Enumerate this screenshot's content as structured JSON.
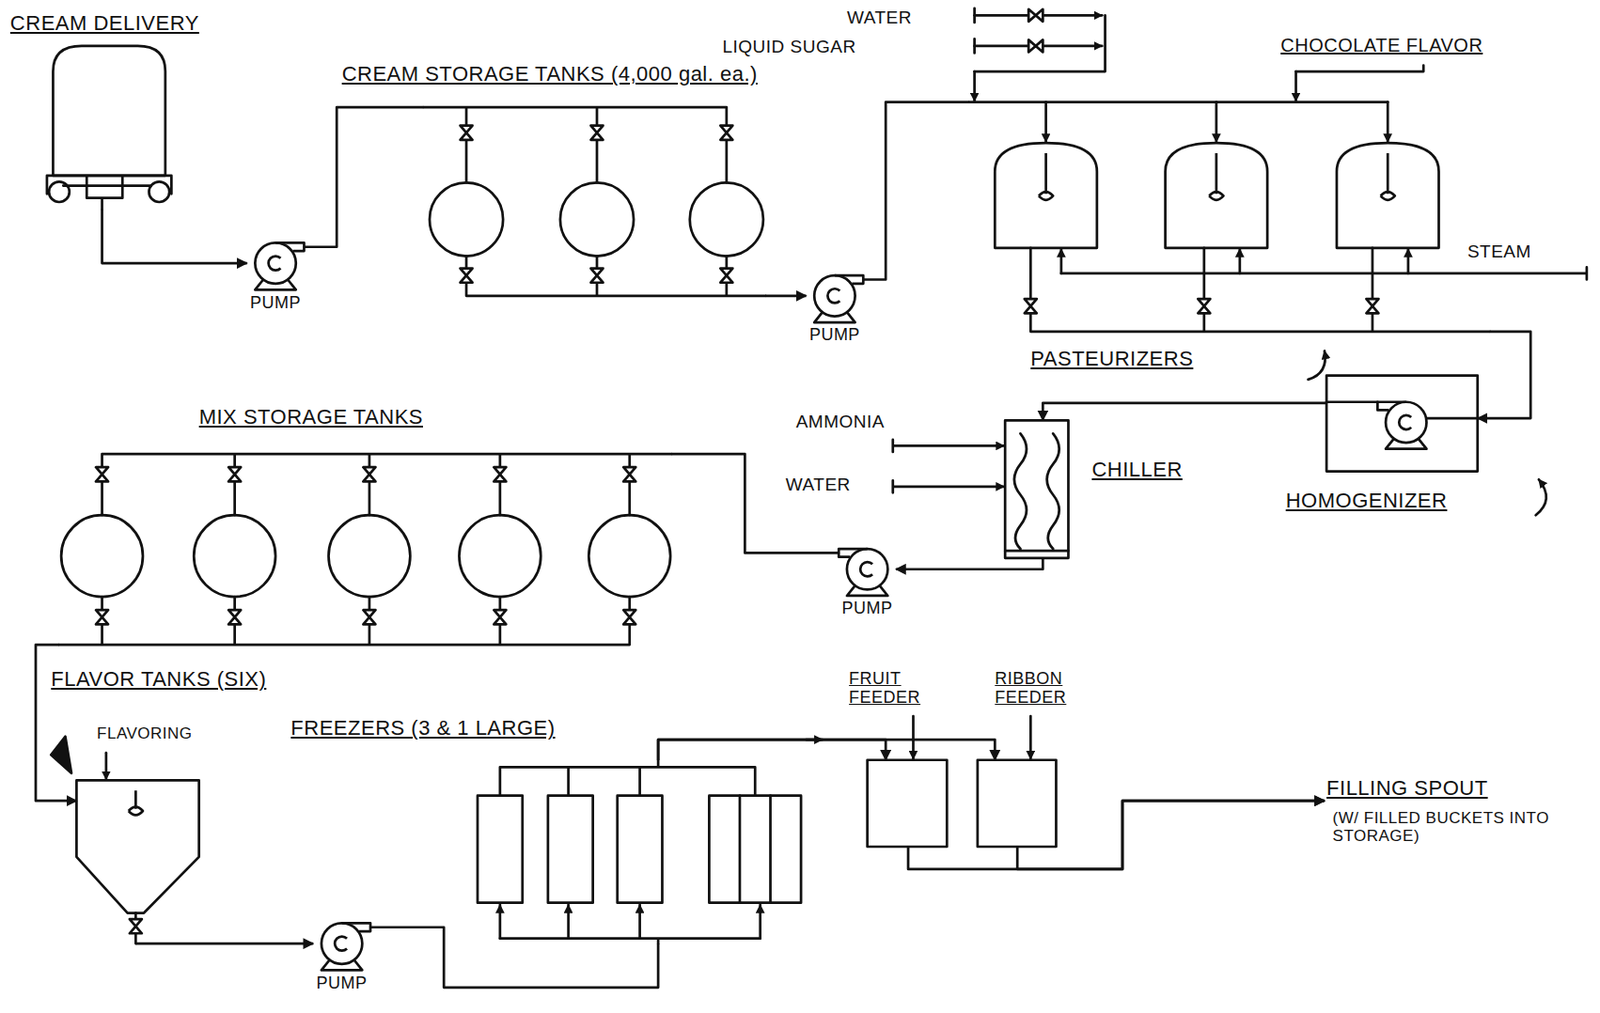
{
  "diagram": {
    "nodes": [
      {
        "text": [
          "CREAM DELIVERY"
        ]
      },
      {
        "text": [
          "PUMP"
        ]
      },
      {
        "text": [
          "CREAM STORAGE TANKS (4,000 gal. ea.)"
        ]
      },
      {
        "text": [
          "PUMP"
        ]
      },
      {
        "text": [
          "PASTEURIZERS"
        ]
      },
      {
        "text": [
          "HOMOGENIZER"
        ]
      },
      {
        "text": [
          "CHILLER"
        ]
      },
      {
        "text": [
          "PUMP"
        ]
      },
      {
        "text": [
          "MIX STORAGE TANKS"
        ]
      },
      {
        "text": [
          "FLAVOR TANKS (SIX)"
        ]
      },
      {
        "text": [
          "PUMP"
        ]
      },
      {
        "text": [
          "FREEZERS (3 & 1 LARGE)"
        ]
      },
      {
        "text": [
          "FRUIT FEEDER"
        ]
      },
      {
        "text": [
          "RIBBON FEEDER"
        ]
      },
      {
        "text": [
          "FILLING SPOUT",
          "(W/ FILLED BUCKETS INTO STORAGE)"
        ]
      }
    ],
    "edges": [
      {
        "from": 0,
        "to": 1,
        "arrow": "to"
      },
      {
        "from": 1,
        "to": 2,
        "arrow": "none"
      },
      {
        "from": 2,
        "to": 3,
        "arrow": "to"
      },
      {
        "from": 3,
        "to": 4,
        "arrow": "none"
      },
      {
        "from": 4,
        "to": 5,
        "arrow": "to"
      },
      {
        "from": 5,
        "to": 6,
        "arrow": "to"
      },
      {
        "from": 6,
        "to": 7,
        "arrow": "to"
      },
      {
        "from": 7,
        "to": 8,
        "arrow": "none"
      },
      {
        "from": 8,
        "to": 9,
        "arrow": "to"
      },
      {
        "from": 9,
        "to": 10,
        "arrow": "to"
      },
      {
        "from": 10,
        "to": 11,
        "arrow": "none"
      },
      {
        "from": 11,
        "to": 12,
        "arrow": "to"
      },
      {
        "from": 11,
        "to": 13,
        "arrow": "to"
      },
      {
        "from": 12,
        "to": 14,
        "arrow": "to"
      },
      {
        "from": 13,
        "to": 14,
        "arrow": "to"
      }
    ],
    "labels": [
      "WATER",
      "LIQUID SUGAR",
      "CHOCOLATE FLAVOR",
      "STEAM",
      "AMMONIA",
      "WATER",
      "FLAVORING"
    ]
  }
}
